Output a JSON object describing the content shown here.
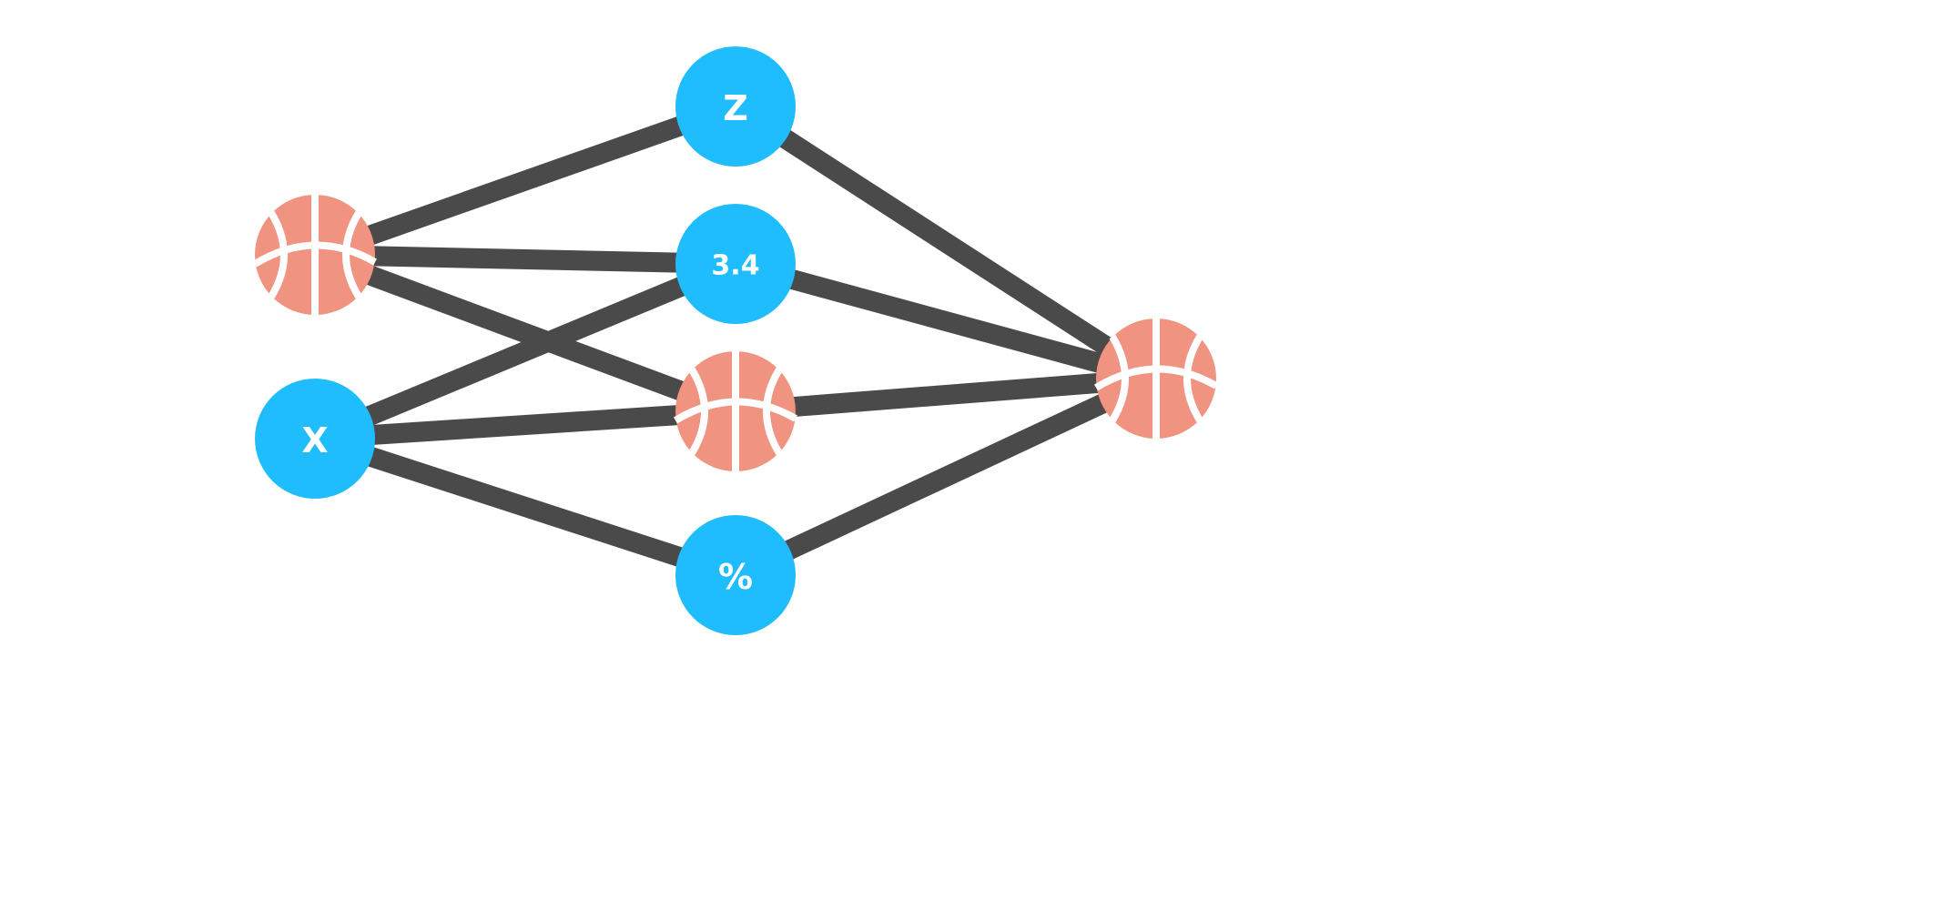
{
  "colors": {
    "edge": "#4a4a4a",
    "data_node": "#1fbdfd",
    "ball_node": "#f09380",
    "label": "#ffffff"
  },
  "nodes": [
    {
      "id": "ball_left",
      "type": "basketball",
      "label": ""
    },
    {
      "id": "x",
      "type": "data",
      "label": "X"
    },
    {
      "id": "z",
      "type": "data",
      "label": "Z"
    },
    {
      "id": "num",
      "type": "data",
      "label": "3.4"
    },
    {
      "id": "ball_mid",
      "type": "basketball",
      "label": ""
    },
    {
      "id": "pct",
      "type": "data",
      "label": "%"
    },
    {
      "id": "ball_right",
      "type": "basketball",
      "label": ""
    }
  ],
  "edges": [
    [
      "ball_left",
      "z"
    ],
    [
      "ball_left",
      "num"
    ],
    [
      "ball_left",
      "ball_mid"
    ],
    [
      "x",
      "num"
    ],
    [
      "x",
      "ball_mid"
    ],
    [
      "x",
      "pct"
    ],
    [
      "z",
      "ball_right"
    ],
    [
      "num",
      "ball_right"
    ],
    [
      "ball_mid",
      "ball_right"
    ],
    [
      "pct",
      "ball_right"
    ]
  ]
}
